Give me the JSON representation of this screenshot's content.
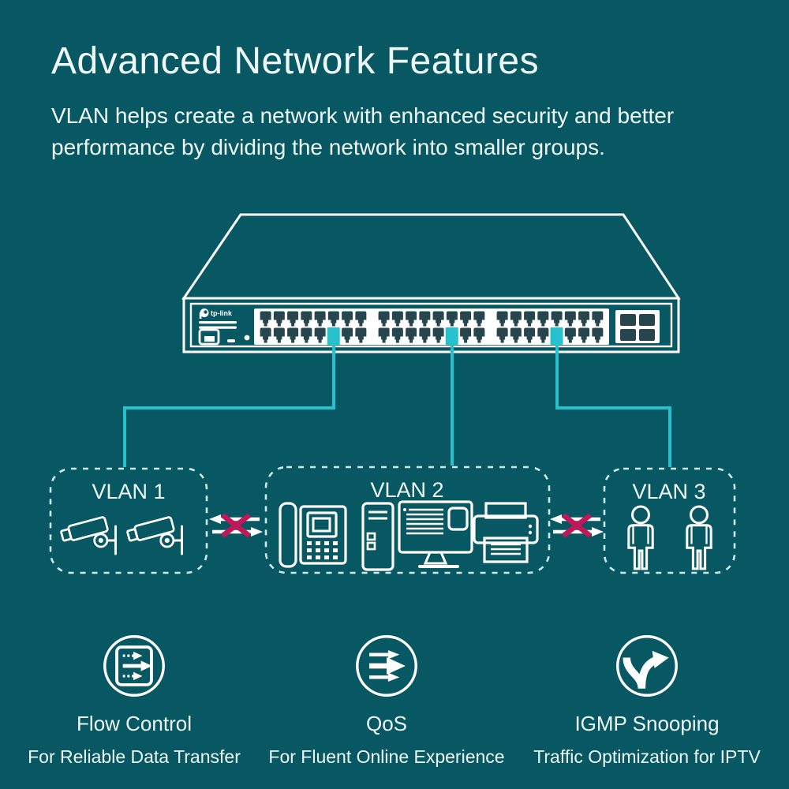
{
  "page": {
    "colors": {
      "bg": "#085863",
      "text": "#eef8f9",
      "stroke": "#ffffff",
      "port": "#27454d",
      "cyan": "#25c2cd",
      "magenta": "#c2185b",
      "dash": "#cfe9ec"
    }
  },
  "header": {
    "title": "Advanced Network Features",
    "subtitle_line1": "VLAN helps create a network with enhanced security and better",
    "subtitle_line2": "performance by dividing the network into smaller groups."
  },
  "switch_panel": {
    "brand": "tp-link",
    "rj45_columns": 24,
    "rj45_rows": 2,
    "port_groups": 3,
    "sfp_ports": 4,
    "highlighted_columns": [
      5,
      13,
      20
    ]
  },
  "vlans": [
    {
      "label": "VLAN 1",
      "devices": [
        "security-camera",
        "security-camera"
      ]
    },
    {
      "label": "VLAN 2",
      "devices": [
        "ip-phone",
        "desktop-computer",
        "printer"
      ]
    },
    {
      "label": "VLAN 3",
      "devices": [
        "person",
        "person"
      ]
    }
  ],
  "blocked_links": 2,
  "features": [
    {
      "icon": "flow-control-icon",
      "title": "Flow Control",
      "subtitle": "For Reliable Data Transfer"
    },
    {
      "icon": "qos-icon",
      "title": "QoS",
      "subtitle": "For Fluent Online Experience"
    },
    {
      "icon": "igmp-snooping-icon",
      "title": "IGMP Snooping",
      "subtitle": "Traffic Optimization for IPTV"
    }
  ]
}
